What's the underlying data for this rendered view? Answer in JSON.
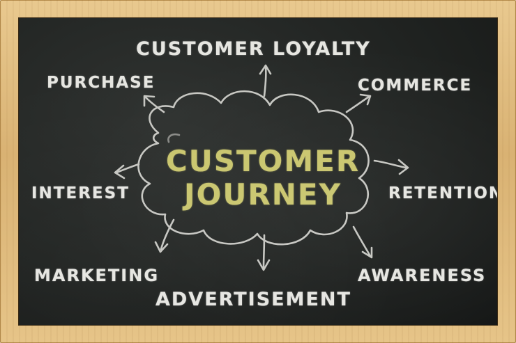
{
  "center": {
    "line1": "CUSTOMER",
    "line2": "JOURNEY"
  },
  "labels": {
    "customer_loyalty": "CUSTOMER LOYALTY",
    "purchase": "PURCHASE",
    "commerce": "COMMERCE",
    "interest": "INTEREST",
    "retention": "RETENTION",
    "marketing": "MARKETING",
    "awareness": "AWARENESS",
    "advertisement": "ADVERTISEMENT"
  },
  "colors": {
    "chalk_white": "#e6e6e1",
    "chalk_yellow": "#c9c56c",
    "board": "#202321",
    "frame_wood": "#d9b273"
  }
}
